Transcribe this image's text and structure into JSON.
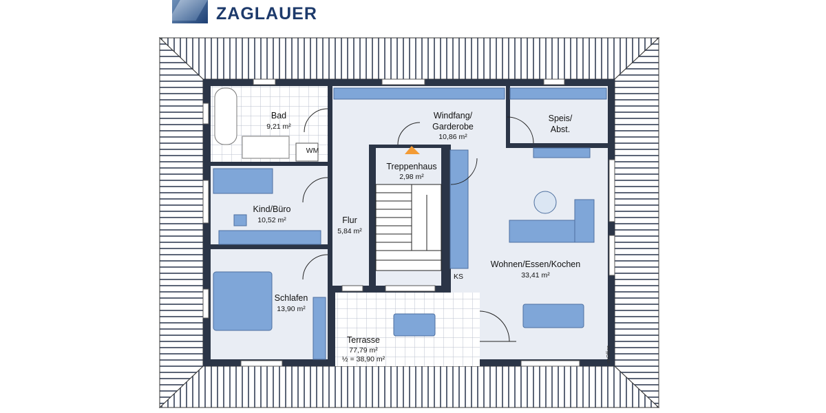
{
  "logo": {
    "text": "ZAGLAUER"
  },
  "rooms": [
    {
      "name": "Bad",
      "area": "9,21 m²"
    },
    {
      "name": "Kind/Büro",
      "area": "10,52 m²"
    },
    {
      "name": "Schlafen",
      "area": "13,90 m²"
    },
    {
      "name": "Flur",
      "area": "5,84 m²"
    },
    {
      "name": "Windfang/",
      "name2": "Garderobe",
      "area": "10,86 m²"
    },
    {
      "name": "Treppenhaus",
      "area": "2,98 m²"
    },
    {
      "name": "Speis/",
      "name2": "Abst."
    },
    {
      "name": "Wohnen/Essen/Kochen",
      "area": "33,41 m²"
    },
    {
      "name": "Terrasse",
      "area": "77,79 m²",
      "half": "½ = 38,90 m²"
    }
  ],
  "appliances": {
    "washer": "WM",
    "fridge": "KS"
  },
  "watermark": "onOffice",
  "colors": {
    "wall": "#2b3547",
    "floor": "#e9edf4",
    "furniture": "#7fa6d8",
    "brand": "#1d3a6b"
  }
}
